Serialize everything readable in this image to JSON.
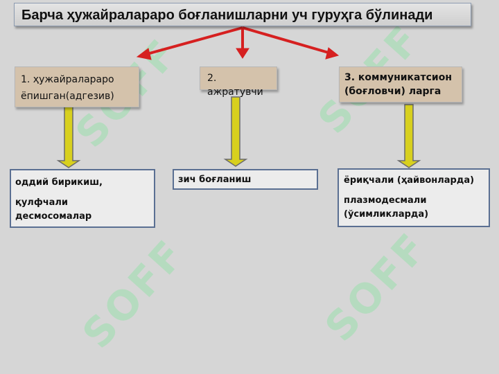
{
  "title": "Барча  ҳужайралараро  боғланишларни  уч  гуруҳга бўлинади",
  "categories": [
    {
      "line1": "1.  ҳужайралараро",
      "line2": "ёпишган(адгезив)"
    },
    {
      "line1": "2. ажратувчи"
    },
    {
      "line1": "3.  коммуникатсион",
      "line2": "(боғловчи) ларга"
    }
  ],
  "results": [
    {
      "line1": "оддий  бирикиш,",
      "line2": "қулфчали",
      "line3": "десмосомалар"
    },
    {
      "line1": "зич  боғланиш"
    },
    {
      "line1": "ёриқчали  (ҳайвонларда)",
      "line2": "плазмодесмали",
      "line3": "(ўсимликларда)"
    }
  ],
  "watermark": "SOFF",
  "colors": {
    "red_arrow": "#d62020",
    "yellow_arrow": "#d8d01e",
    "tan_box": "#d4c2ab",
    "box_border": "#5a6f92"
  }
}
